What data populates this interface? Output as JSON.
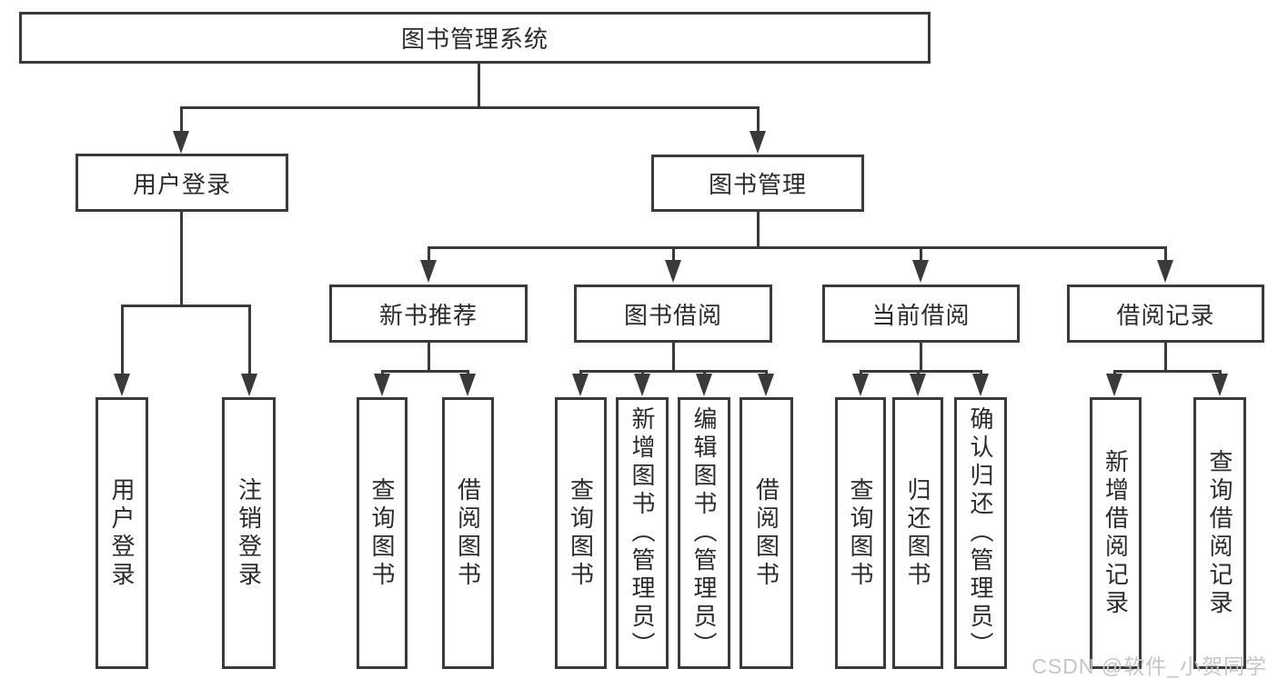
{
  "diagram_title": "图书管理系统",
  "tree": {
    "label": "图书管理系统",
    "children": [
      {
        "label": "用户登录",
        "children": [
          {
            "label": "用户登录"
          },
          {
            "label": "注销登录"
          }
        ]
      },
      {
        "label": "图书管理",
        "children": [
          {
            "label": "新书推荐",
            "children": [
              {
                "label": "查询图书"
              },
              {
                "label": "借阅图书"
              }
            ]
          },
          {
            "label": "图书借阅",
            "children": [
              {
                "label": "查询图书"
              },
              {
                "label": "新增图书（管理员）"
              },
              {
                "label": "编辑图书（管理员）"
              },
              {
                "label": "借阅图书"
              }
            ]
          },
          {
            "label": "当前借阅",
            "children": [
              {
                "label": "查询图书"
              },
              {
                "label": "归还图书"
              },
              {
                "label": "确认归还（管理员）"
              }
            ]
          },
          {
            "label": "借阅记录",
            "children": [
              {
                "label": "新增借阅记录"
              },
              {
                "label": "查询借阅记录"
              }
            ]
          }
        ]
      }
    ]
  },
  "watermark": {
    "text": "CSDN @软件_小贺同学"
  },
  "colors": {
    "background": "#ffffff",
    "line": "#3a3a3a",
    "text": "#2b2b2b",
    "watermark": "#c6c6c6"
  }
}
